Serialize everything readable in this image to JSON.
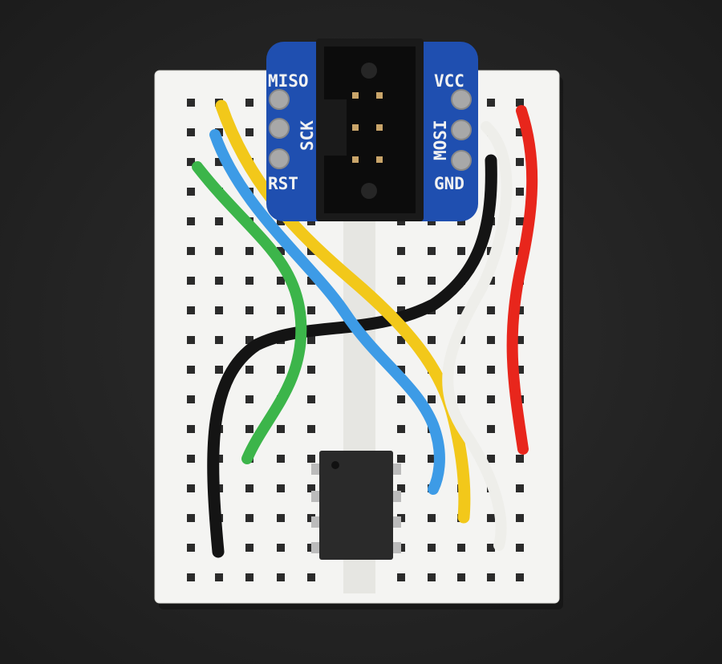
{
  "board": {
    "labels": {
      "miso": "MISO",
      "sck": "SCK",
      "rst": "RST",
      "vcc": "VCC",
      "mosi": "MOSI",
      "gnd": "GND"
    }
  },
  "colors": {
    "background": "#262626",
    "breadboard": "#f4f4f2",
    "pcb": "#1f4fb0",
    "wire_yellow": "#f2c81a",
    "wire_blue": "#3d9be6",
    "wire_green": "#3cb54a",
    "wire_black": "#141414",
    "wire_white": "#f0f0ec",
    "wire_red": "#e8261c",
    "chip": "#2a2a2a"
  }
}
